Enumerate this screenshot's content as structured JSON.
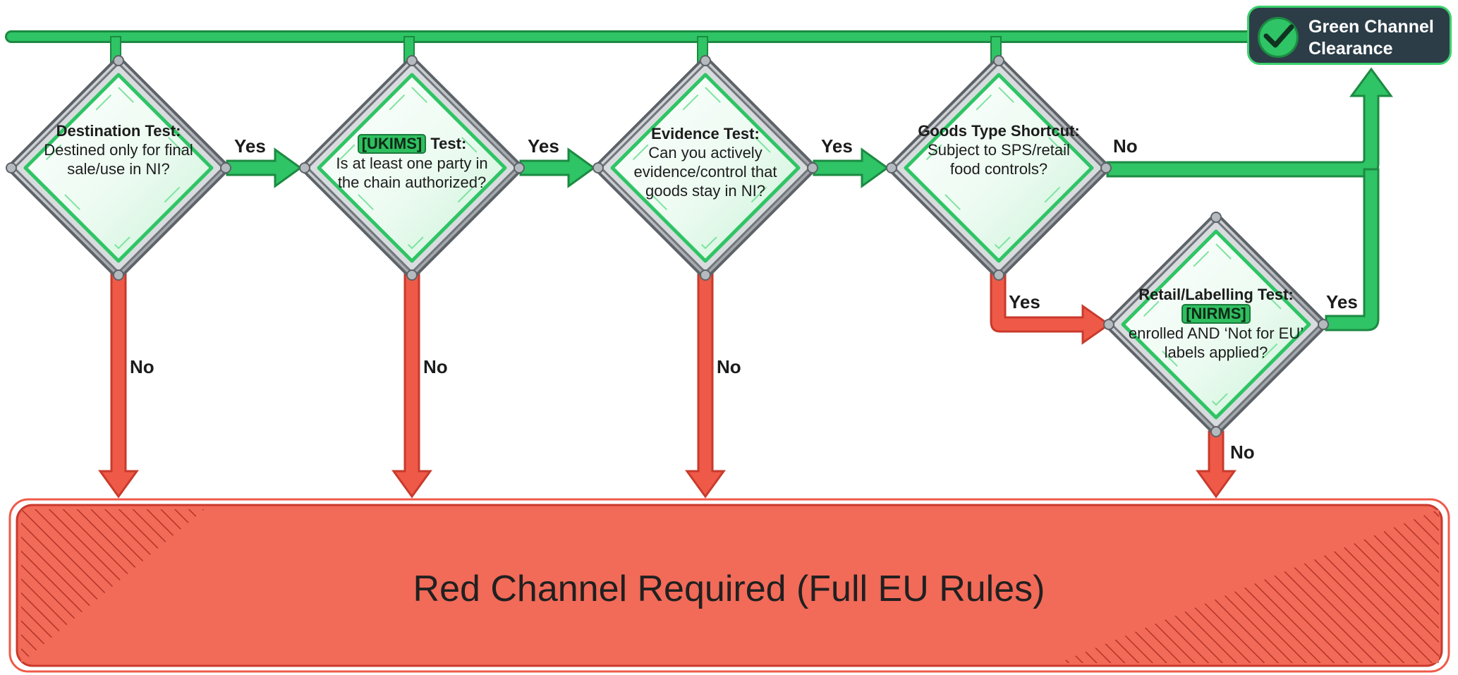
{
  "diagram": {
    "nodes": [
      {
        "id": "destination",
        "title": "Destination Test:",
        "tag": "",
        "title_suffix": "",
        "question": "Destined only for final sale/use in NI?"
      },
      {
        "id": "ukims",
        "title": "",
        "tag": "[UKIMS]",
        "title_suffix": "Test:",
        "question": "Is at least one party in the chain authorized?"
      },
      {
        "id": "evidence",
        "title": "Evidence Test:",
        "tag": "",
        "title_suffix": "",
        "question": "Can you actively evidence/control that goods stay in NI?"
      },
      {
        "id": "goods",
        "title": "Goods Type Shortcut:",
        "tag": "",
        "title_suffix": "",
        "question": "Subject to SPS/retail food controls?"
      },
      {
        "id": "retail",
        "title": "Retail/Labelling Test:",
        "tag": "[NIRMS]",
        "title_suffix": "",
        "question": "enrolled AND ‘Not for EU’ labels applied?"
      }
    ],
    "edge_labels": {
      "yes_1": "Yes",
      "yes_2": "Yes",
      "yes_3": "Yes",
      "no_goods": "No",
      "yes_goods": "Yes",
      "yes_retail": "Yes",
      "no_1": "No",
      "no_2": "No",
      "no_3": "No",
      "no_retail": "No"
    },
    "green_outcome": "Green Channel Clearance",
    "red_outcome": "Red Channel Required (Full EU Rules)",
    "colors": {
      "green": "#2fc465",
      "green_dark": "#1c8a42",
      "red": "#ef5a48",
      "red_dark": "#c93a2c",
      "banner": "#f26a58",
      "dark_box": "#2c3d47"
    }
  }
}
